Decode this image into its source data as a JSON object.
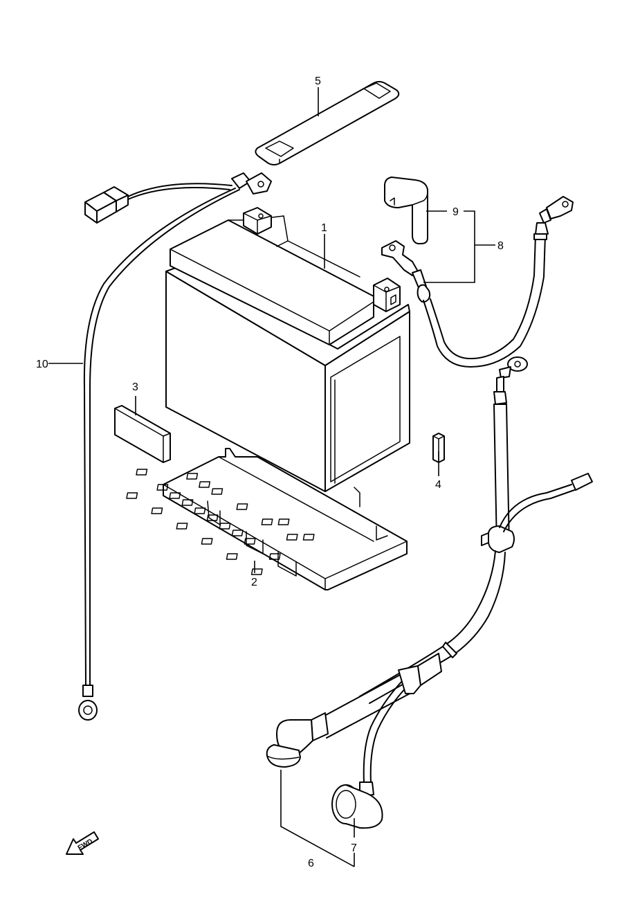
{
  "parts": [
    {
      "number": "1"
    },
    {
      "number": "2"
    },
    {
      "number": "3"
    },
    {
      "number": "4"
    },
    {
      "number": "5"
    },
    {
      "number": "6"
    },
    {
      "number": "7"
    },
    {
      "number": "8"
    },
    {
      "number": "9"
    },
    {
      "number": "10"
    }
  ],
  "direction_label": "FWD"
}
